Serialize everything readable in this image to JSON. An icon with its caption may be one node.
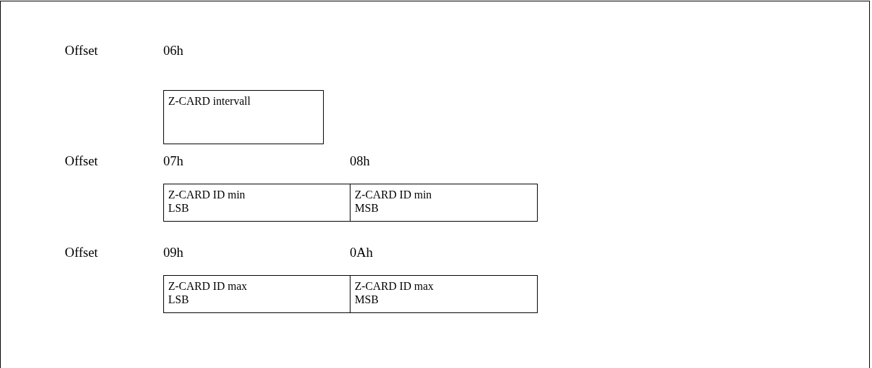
{
  "diagram": {
    "nodes": [
      {
        "text": [
          "Z-CARD intervall"
        ]
      },
      {
        "text": [
          "Z-CARD ID min LSB"
        ]
      },
      {
        "text": [
          "Z-CARD ID min MSB"
        ]
      },
      {
        "text": [
          "Z-CARD ID max LSB"
        ]
      },
      {
        "text": [
          "Z-CARD ID max MSB"
        ]
      }
    ],
    "labels": [
      "Offset",
      "06h",
      "Offset",
      "07h",
      "08h",
      "Offset",
      "09h",
      "0Ah"
    ]
  }
}
